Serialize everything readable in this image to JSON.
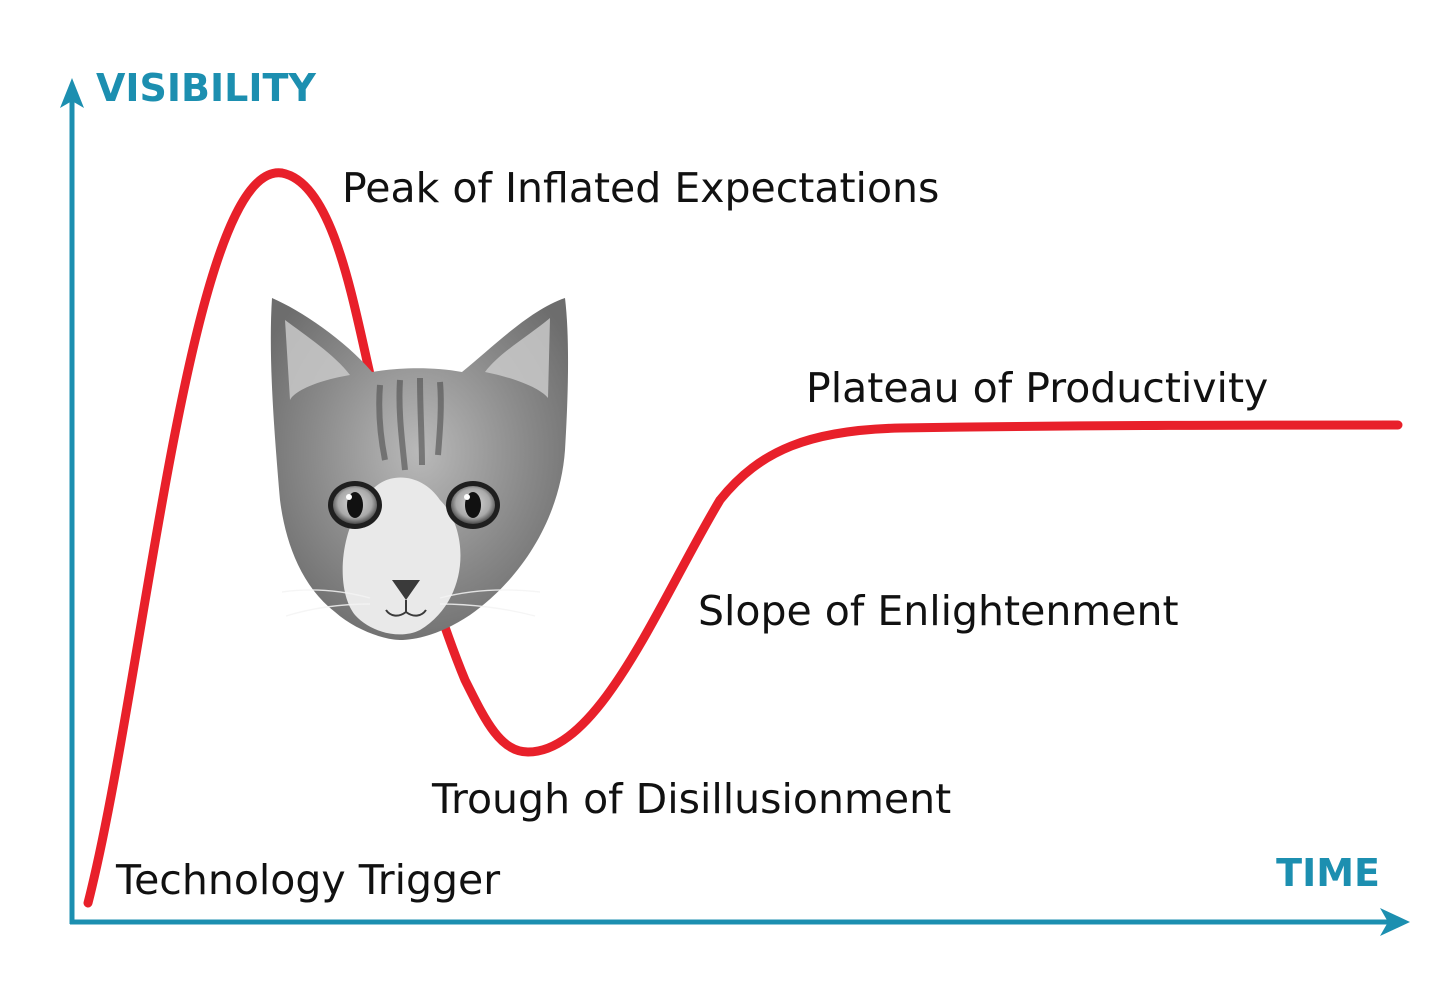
{
  "diagram": {
    "axes": {
      "y_label": "VISIBILITY",
      "x_label": "TIME",
      "color": "#1c8fb0"
    },
    "curve": {
      "color": "#e8202a"
    },
    "phases": [
      {
        "id": "technology-trigger",
        "label": "Technology Trigger"
      },
      {
        "id": "peak-of-inflated-expectations",
        "label": "Peak of Inflated Expectations"
      },
      {
        "id": "trough-of-disillusionment",
        "label": "Trough of Disillusionment"
      },
      {
        "id": "slope-of-enlightenment",
        "label": "Slope of Enlightenment"
      },
      {
        "id": "plateau-of-productivity",
        "label": "Plateau of Productivity"
      }
    ],
    "image": {
      "subject": "cat-head",
      "tone": "grayscale"
    }
  }
}
